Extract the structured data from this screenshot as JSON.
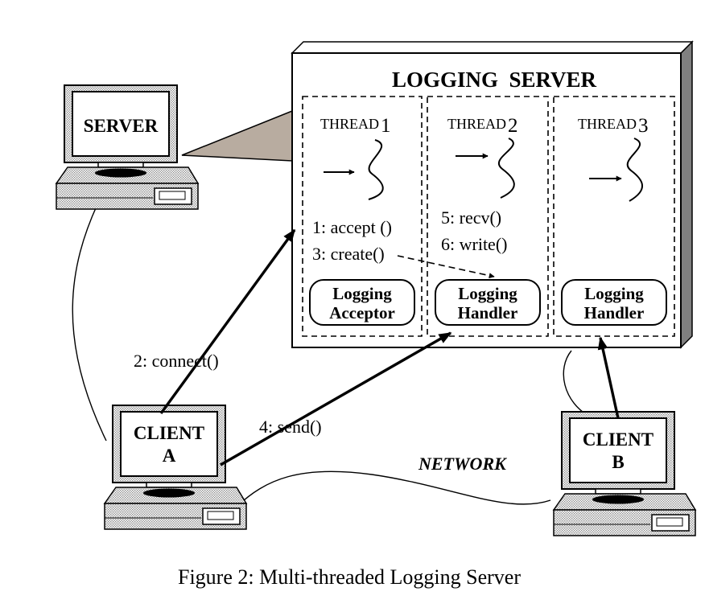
{
  "logging_server": {
    "title": "LOGGING  SERVER",
    "threads": [
      {
        "label": "THREAD",
        "number": "1"
      },
      {
        "label": "THREAD",
        "number": "2"
      },
      {
        "label": "THREAD",
        "number": "3"
      }
    ],
    "steps": {
      "accept": "1: accept ()",
      "create": "3: create()",
      "recv": "5: recv()",
      "write": "6: write()"
    },
    "components": [
      {
        "line1": "Logging",
        "line2": "Acceptor"
      },
      {
        "line1": "Logging",
        "line2": "Handler"
      },
      {
        "line1": "Logging",
        "line2": "Handler"
      }
    ]
  },
  "computers": {
    "server": {
      "line1": "SERVER"
    },
    "client_a": {
      "line1": "CLIENT",
      "line2": "A"
    },
    "client_b": {
      "line1": "CLIENT",
      "line2": "B"
    }
  },
  "labels": {
    "connect": "2: connect()",
    "send": "4: send()",
    "network": "NETWORK"
  },
  "caption": "Figure 2: Multi-threaded Logging Server",
  "colors": {
    "ink": "#000000",
    "screen_fill": "#ffffff",
    "server_side_shade": "#808080",
    "projection_shade": "#b8aca0",
    "hatch": "#c8c8c8"
  }
}
